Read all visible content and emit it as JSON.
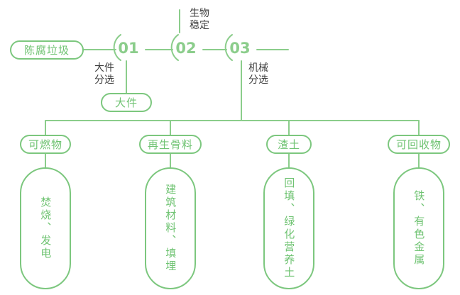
{
  "colors": {
    "node_green": "#7cc77e",
    "line_green": "#8bcd8b",
    "label_dark": "#3d3d3d"
  },
  "flow": {
    "source": "陈腐垃圾",
    "steps": [
      {
        "number": "01",
        "label": "大件\n分选"
      },
      {
        "number": "02",
        "label": "生物\n稳定"
      },
      {
        "number": "03",
        "label": "机械\n分选"
      }
    ],
    "bulky_item": "大件"
  },
  "branches": [
    {
      "category": "可燃物",
      "result": "焚烧、发电"
    },
    {
      "category": "再生骨料",
      "result": "建筑材料、填埋"
    },
    {
      "category": "渣土",
      "result": "回填、绿化营养土"
    },
    {
      "category": "可回收物",
      "result": "铁、有色金属"
    }
  ]
}
